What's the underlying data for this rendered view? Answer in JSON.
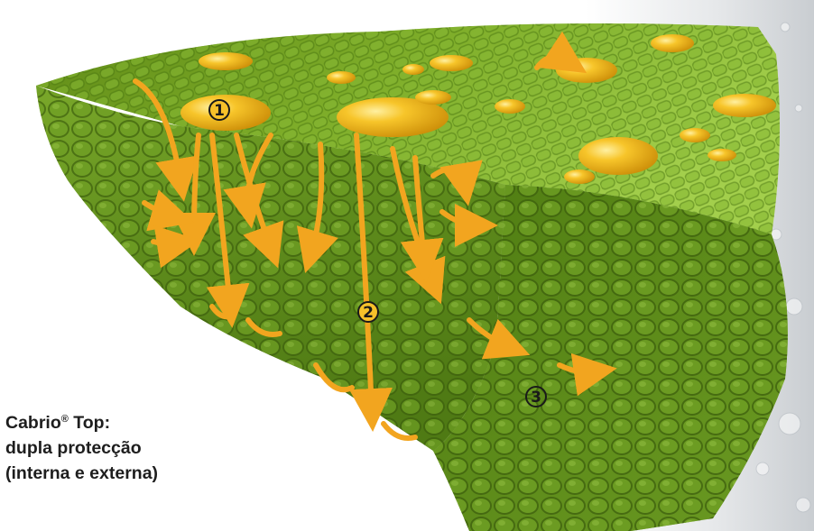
{
  "caption": {
    "brand": "Cabrio",
    "registered_mark": "®",
    "brand_suffix": " Top:",
    "line2": "dupla protecção",
    "line3": "(interna e externa)"
  },
  "markers": [
    "1",
    "2",
    "3"
  ],
  "colors": {
    "leaf_green": "#6e9a1e",
    "leaf_dark": "#3b5a0e",
    "droplet_yellow": "#f0b418",
    "arrow_orange": "#f2a51f",
    "caption_text": "#1e1e1e"
  }
}
